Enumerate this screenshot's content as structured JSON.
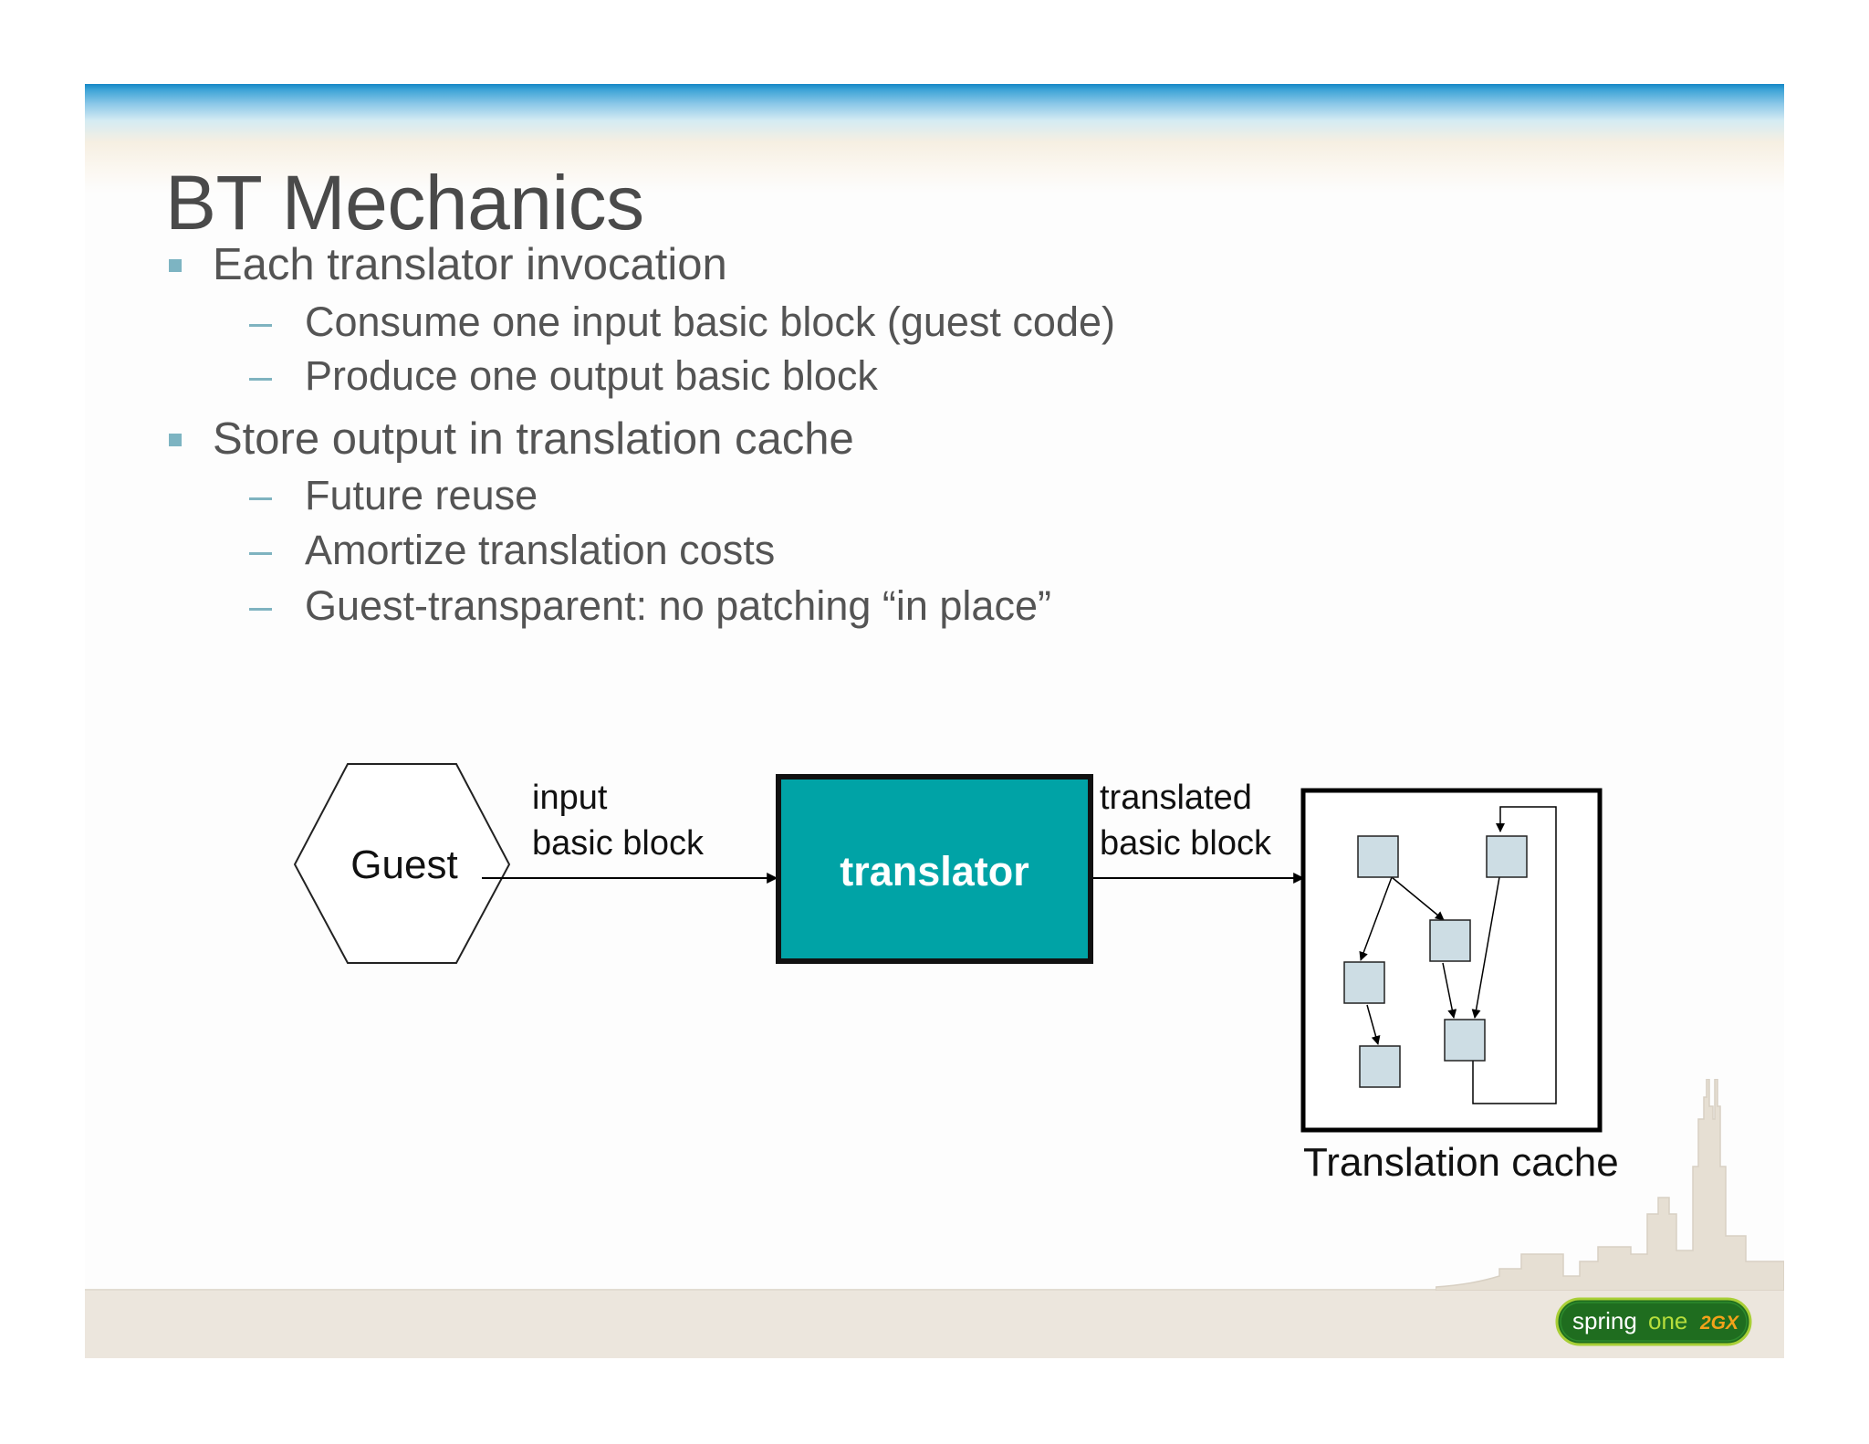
{
  "slide": {
    "title": "BT Mechanics",
    "bullets": [
      {
        "text": "Each translator invocation",
        "subs": [
          "Consume one input basic block (guest code)",
          "Produce one output basic block"
        ]
      },
      {
        "text": "Store output in translation cache",
        "subs": [
          "Future reuse",
          "Amortize translation costs",
          "Guest-transparent: no patching “in place”"
        ]
      }
    ]
  },
  "diagram": {
    "guest_label": "Guest",
    "input_label_line1": "input",
    "input_label_line2": "basic block",
    "translator_label": "translator",
    "translated_label_line1": "translated",
    "translated_label_line2": "basic block",
    "cache_label": "Translation cache"
  },
  "logo": {
    "spring": "spring",
    "one": "one",
    "version": "2GX"
  },
  "colors": {
    "title_text": "#4a4a4a",
    "body_text": "#545454",
    "bullet_square": "#7db4c2",
    "translator_fill": "#00a3a6",
    "block_fill": "#cddde4",
    "top_band": "#1487c6",
    "footer_band": "#ece6dd"
  }
}
